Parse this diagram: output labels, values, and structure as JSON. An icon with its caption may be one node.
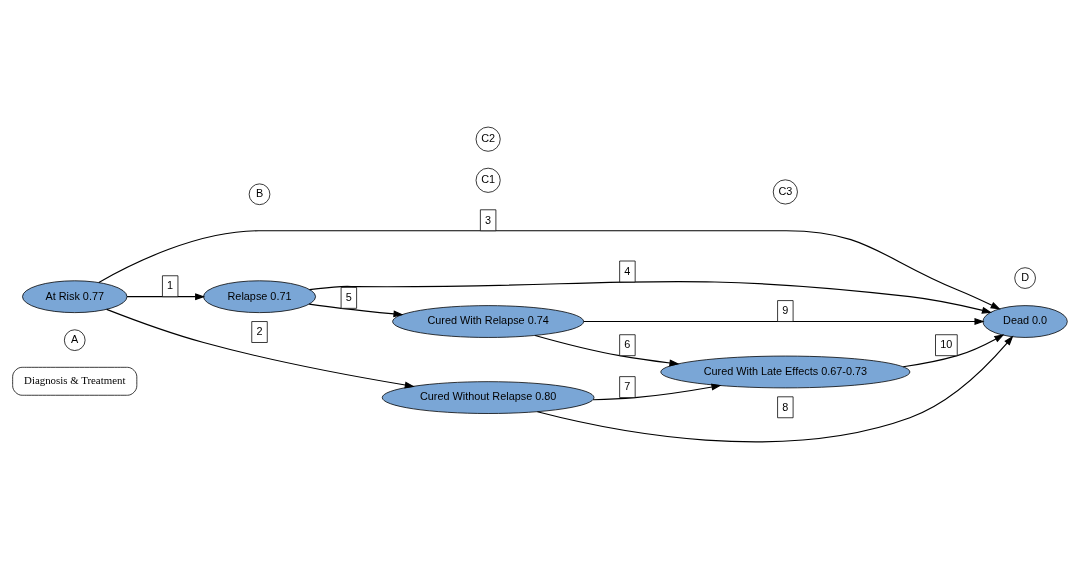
{
  "diagram": {
    "nodes": [
      {
        "text": [
          "Diagnosis & Treatment"
        ]
      },
      {
        "text": [
          "A"
        ]
      },
      {
        "text": [
          "At Risk 0.77"
        ]
      },
      {
        "text": [
          "B"
        ]
      },
      {
        "text": [
          "Relapse 0.71"
        ]
      },
      {
        "text": [
          "C1"
        ]
      },
      {
        "text": [
          "Cured With Relapse 0.74"
        ]
      },
      {
        "text": [
          "C2"
        ]
      },
      {
        "text": [
          "Cured Without Relapse 0.80"
        ]
      },
      {
        "text": [
          "C3"
        ]
      },
      {
        "text": [
          "Cured With Late Effects 0.67-0.73"
        ]
      },
      {
        "text": [
          "D"
        ]
      },
      {
        "text": [
          "Dead 0.0"
        ]
      }
    ],
    "edges": [
      {
        "from": 2,
        "to": 4,
        "arrow": "to",
        "label": "1"
      },
      {
        "from": 2,
        "to": 8,
        "arrow": "to",
        "label": "2"
      },
      {
        "from": 2,
        "to": 12,
        "arrow": "to",
        "label": "3"
      },
      {
        "from": 4,
        "to": 12,
        "arrow": "to",
        "label": "4"
      },
      {
        "from": 4,
        "to": 6,
        "arrow": "to",
        "label": "5"
      },
      {
        "from": 6,
        "to": 10,
        "arrow": "to",
        "label": "6"
      },
      {
        "from": 8,
        "to": 10,
        "arrow": "to",
        "label": "7"
      },
      {
        "from": 8,
        "to": 12,
        "arrow": "to",
        "label": "8"
      },
      {
        "from": 6,
        "to": 12,
        "arrow": "to",
        "label": "9"
      },
      {
        "from": 10,
        "to": 12,
        "arrow": "to",
        "label": "10"
      }
    ]
  }
}
